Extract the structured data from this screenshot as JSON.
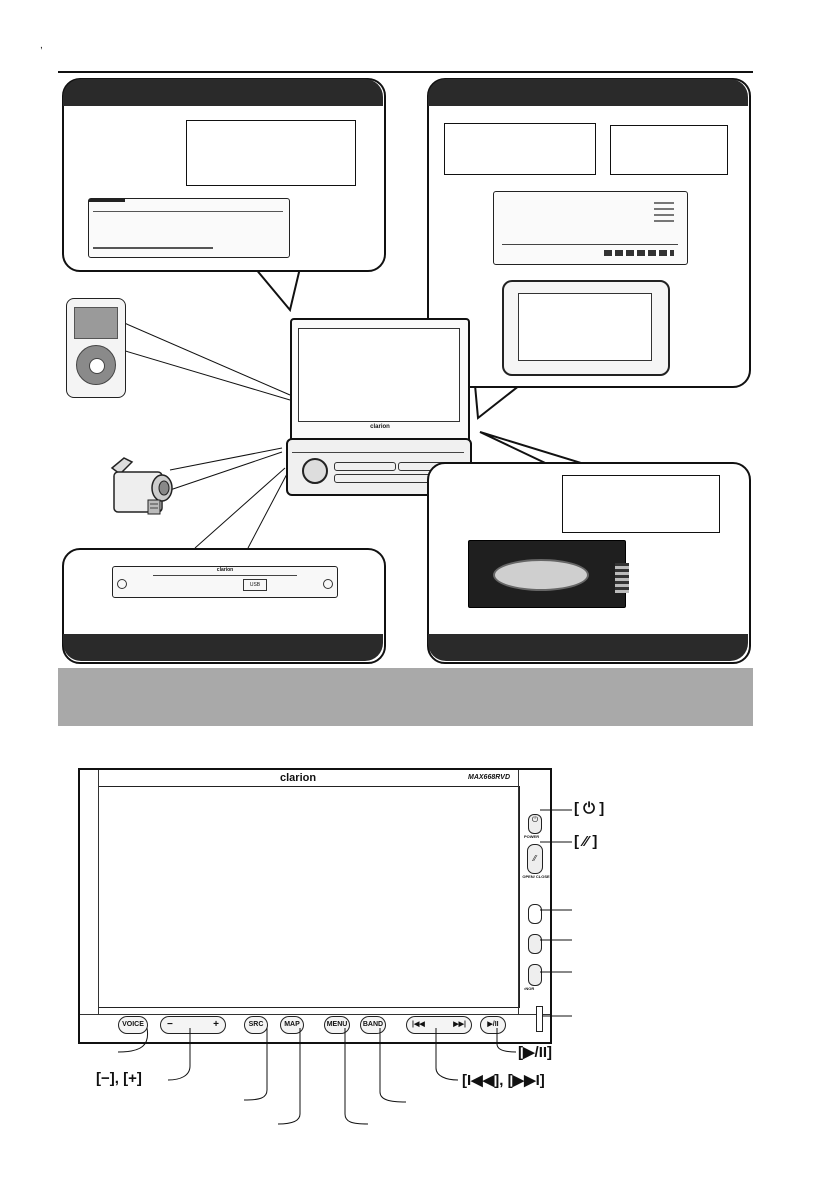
{
  "page": {
    "corner_mark": ","
  },
  "unit_top": {
    "brand": "clarion"
  },
  "dvd_player": {
    "brand": "clarion",
    "usb_label": "USB"
  },
  "front_panel": {
    "brand": "clarion",
    "model": "MAX668RVD",
    "buttons": {
      "voice": "VOICE",
      "volume_minus": "−",
      "volume_plus": "+",
      "src": "SRC",
      "map": "MAP",
      "menu": "MENU",
      "band": "BAND",
      "play_pause": "▶/II"
    },
    "side_labels": {
      "power": "POWER",
      "open_close": "OPEN/ CLOSE",
      "ir": "•NOR"
    }
  },
  "callouts": {
    "power": "[ ⏻ ]",
    "open_close": "[ ⁄⁄ ]",
    "volume": "[−], [+]",
    "play_pause": "[▶/II]",
    "track": "[I◀◀], [▶▶I]"
  },
  "colors": {
    "header_bar": "#2a2a2a",
    "band": "#a9a9a9",
    "line": "#111111"
  }
}
